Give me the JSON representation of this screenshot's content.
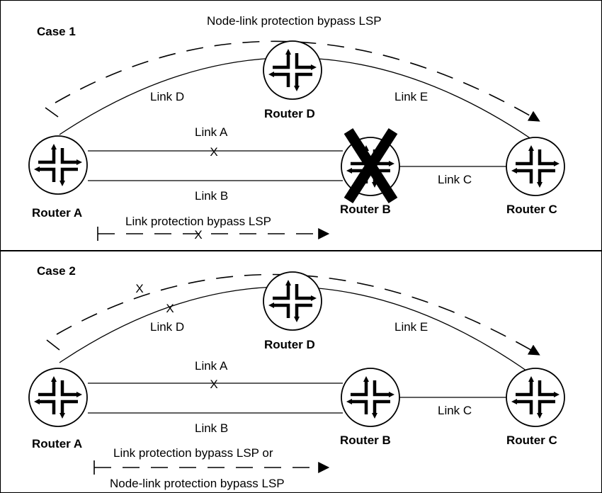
{
  "case1": {
    "title": "Case 1",
    "node_link_bypass_label": "Node-link protection bypass LSP",
    "link_bypass_label": "Link protection bypass LSP",
    "links": {
      "a": "Link A",
      "b": "Link B",
      "c": "Link C",
      "d": "Link D",
      "e": "Link E"
    },
    "routers": {
      "a": "Router A",
      "b": "Router B",
      "c": "Router C",
      "d": "Router D"
    },
    "failure_mark": "X"
  },
  "case2": {
    "title": "Case 2",
    "bypass_label_line1": "Link protection bypass LSP or",
    "bypass_label_line2": "Node-link protection bypass LSP",
    "links": {
      "a": "Link A",
      "b": "Link B",
      "c": "Link C",
      "d": "Link D",
      "e": "Link E"
    },
    "routers": {
      "a": "Router A",
      "b": "Router B",
      "c": "Router C",
      "d": "Router D"
    },
    "failure_mark": "X"
  }
}
